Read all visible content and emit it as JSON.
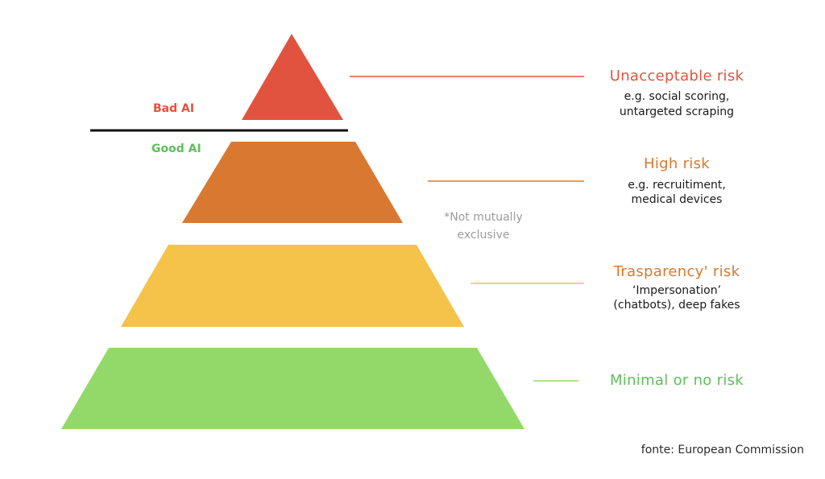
{
  "colors": {
    "unacceptable": "#e2533f",
    "high": "#d97830",
    "transparency": "#f5c24a",
    "minimal": "#92d96a",
    "bad_ai": "#e2533f",
    "good_ai": "#5dbf5a",
    "divider": "#111111"
  },
  "tiers": [
    {
      "title": "Unacceptable risk",
      "example_line1": "e.g. social scoring,",
      "example_line2": "untargeted scraping"
    },
    {
      "title": "High risk",
      "example_line1": "e.g. recruitiment,",
      "example_line2": "medical devices"
    },
    {
      "title": "Trasparency' risk",
      "example_line1": "‘Impersonation’",
      "example_line2": "(chatbots), deep fakes"
    },
    {
      "title": "Minimal or no risk"
    }
  ],
  "bad_ai_label": "Bad AI",
  "good_ai_label": "Good AI",
  "note_line1": "*Not mutually",
  "note_line2": "exclusive",
  "source": "fonte: European Commission"
}
